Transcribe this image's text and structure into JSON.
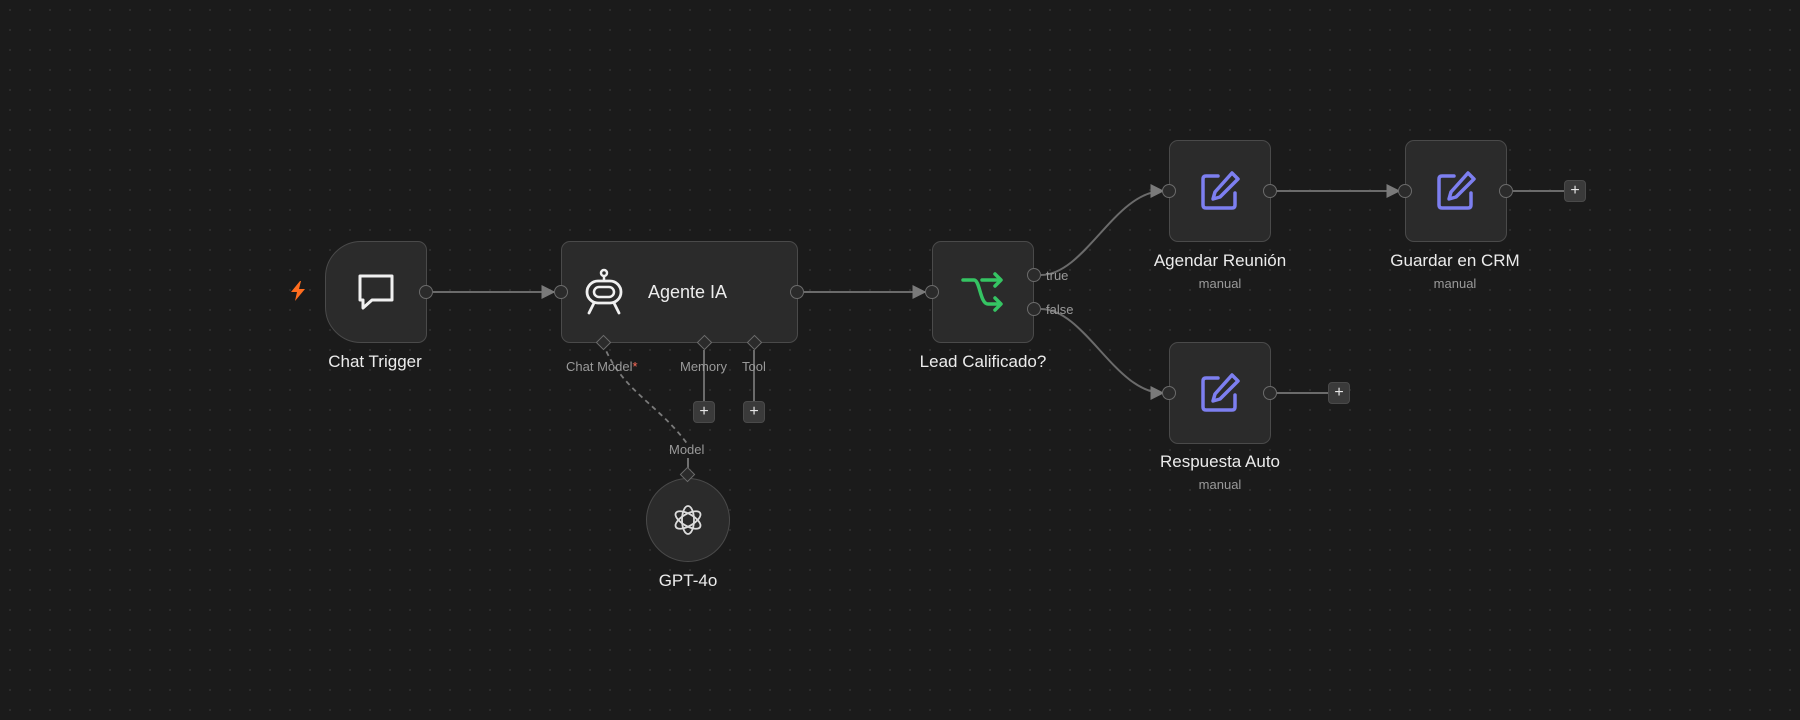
{
  "colors": {
    "background": "#1b1b1b",
    "node_fill": "#2b2b2b",
    "node_border": "#4a4a4a",
    "edge": "#6b6b6b",
    "trigger_bolt": "#ff6d1f",
    "if_icon": "#35c463",
    "edit_icon": "#7d7ff0",
    "required_asterisk": "#ff6d5a"
  },
  "nodes": {
    "chat_trigger": {
      "name": "Chat Trigger",
      "icon": "chat-bubble-icon"
    },
    "agent": {
      "name": "Agente IA",
      "icon": "robot-icon",
      "ports": {
        "chat_model": "Chat Model",
        "required": "*",
        "memory": "Memory",
        "tool": "Tool"
      }
    },
    "gpt": {
      "name": "GPT-4o",
      "icon": "openai-icon",
      "port_label": "Model"
    },
    "lead": {
      "name": "Lead Calificado?",
      "icon": "if-branch-icon",
      "outputs": {
        "true": "true",
        "false": "false"
      }
    },
    "agendar": {
      "name": "Agendar Reunión",
      "subtitle": "manual",
      "icon": "edit-icon"
    },
    "guardar": {
      "name": "Guardar en CRM",
      "subtitle": "manual",
      "icon": "edit-icon"
    },
    "respuesta": {
      "name": "Respuesta Auto",
      "subtitle": "manual",
      "icon": "edit-icon"
    }
  },
  "add_button_label": "+"
}
